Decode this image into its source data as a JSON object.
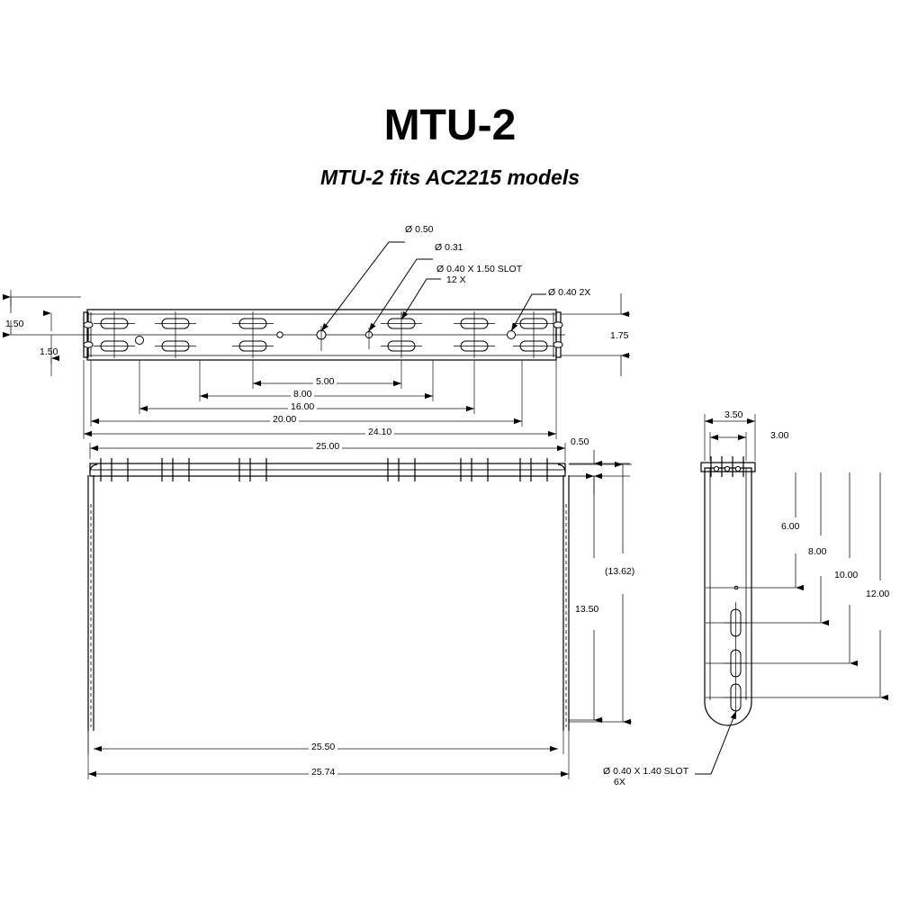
{
  "drawing": {
    "title": "MTU-2",
    "subtitle": "MTU-2 fits AC2215 models"
  },
  "annotations": {
    "hole_050": "Ø 0.50",
    "hole_031": "Ø 0.31",
    "slot_12x_line1": "Ø 0.40 X 1.50 SLOT",
    "slot_12x_line2": "12 X",
    "hole_040_2x": "Ø 0.40 2X",
    "slot_6x_line1": "Ø 0.40 X 1.40 SLOT",
    "slot_6x_line2": "6X"
  },
  "top_view": {
    "left_dim_outer": "1.50",
    "left_dim_inner": "1.50",
    "right_dim": "1.75",
    "chain": [
      "5.00",
      "8.00",
      "16.00",
      "20.00",
      "24.10"
    ]
  },
  "front_view": {
    "width_overall": "25.00",
    "flange_thickness": "0.50",
    "height_ref": "(13.62)",
    "height": "13.50",
    "bottom_inner": "25.50",
    "bottom_outer": "25.74"
  },
  "side_view": {
    "top_outer": "3.50",
    "top_inner": "3.00",
    "slot_dims": [
      "6.00",
      "8.00",
      "10.00",
      "12.00"
    ]
  }
}
